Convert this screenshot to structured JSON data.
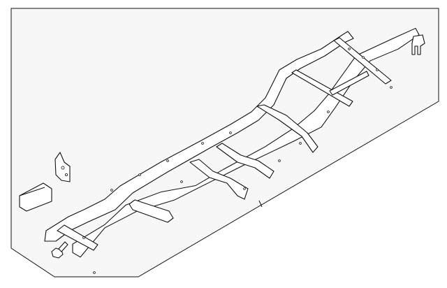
{
  "diagram": {
    "type": "parts-illustration",
    "subject": "vehicle-frame-assembly",
    "colors": {
      "background_panel": "#f7f7f7",
      "line": "#111111",
      "page": "#ffffff"
    },
    "parts": [
      "frame-assembly",
      "bracket-plate",
      "crossmember-bracket",
      "bolt",
      "mount-bracket"
    ]
  }
}
